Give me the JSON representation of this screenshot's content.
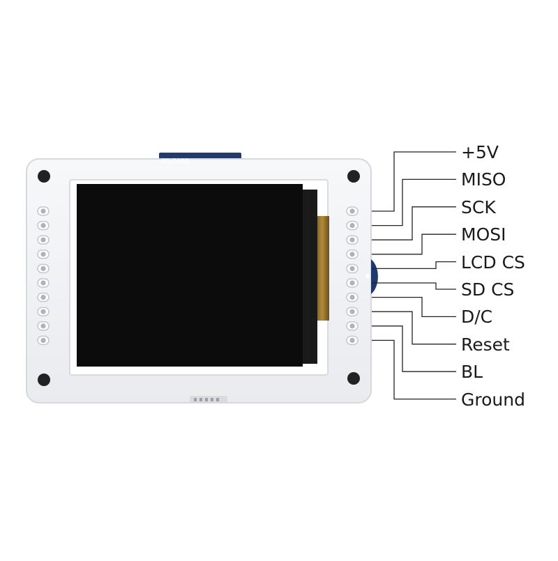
{
  "sd_card_tab": {
    "label": "SD  CARD"
  },
  "pins": [
    {
      "id": "vcc",
      "label": "+5V"
    },
    {
      "id": "miso",
      "label": "MISO"
    },
    {
      "id": "sck",
      "label": "SCK"
    },
    {
      "id": "mosi",
      "label": "MOSI"
    },
    {
      "id": "lcdcs",
      "label": "LCD CS"
    },
    {
      "id": "sdcs",
      "label": "SD CS"
    },
    {
      "id": "dc",
      "label": "D/C"
    },
    {
      "id": "reset",
      "label": "Reset"
    },
    {
      "id": "bl",
      "label": "BL"
    },
    {
      "id": "gnd",
      "label": "Ground"
    }
  ],
  "colors": {
    "board": "#f2f3f5",
    "board_edge": "#d6d8dc",
    "screen": "#0c0c0c",
    "sd_tab": "#233a6b",
    "pad": "#c4c8cc",
    "line": "#222222"
  }
}
